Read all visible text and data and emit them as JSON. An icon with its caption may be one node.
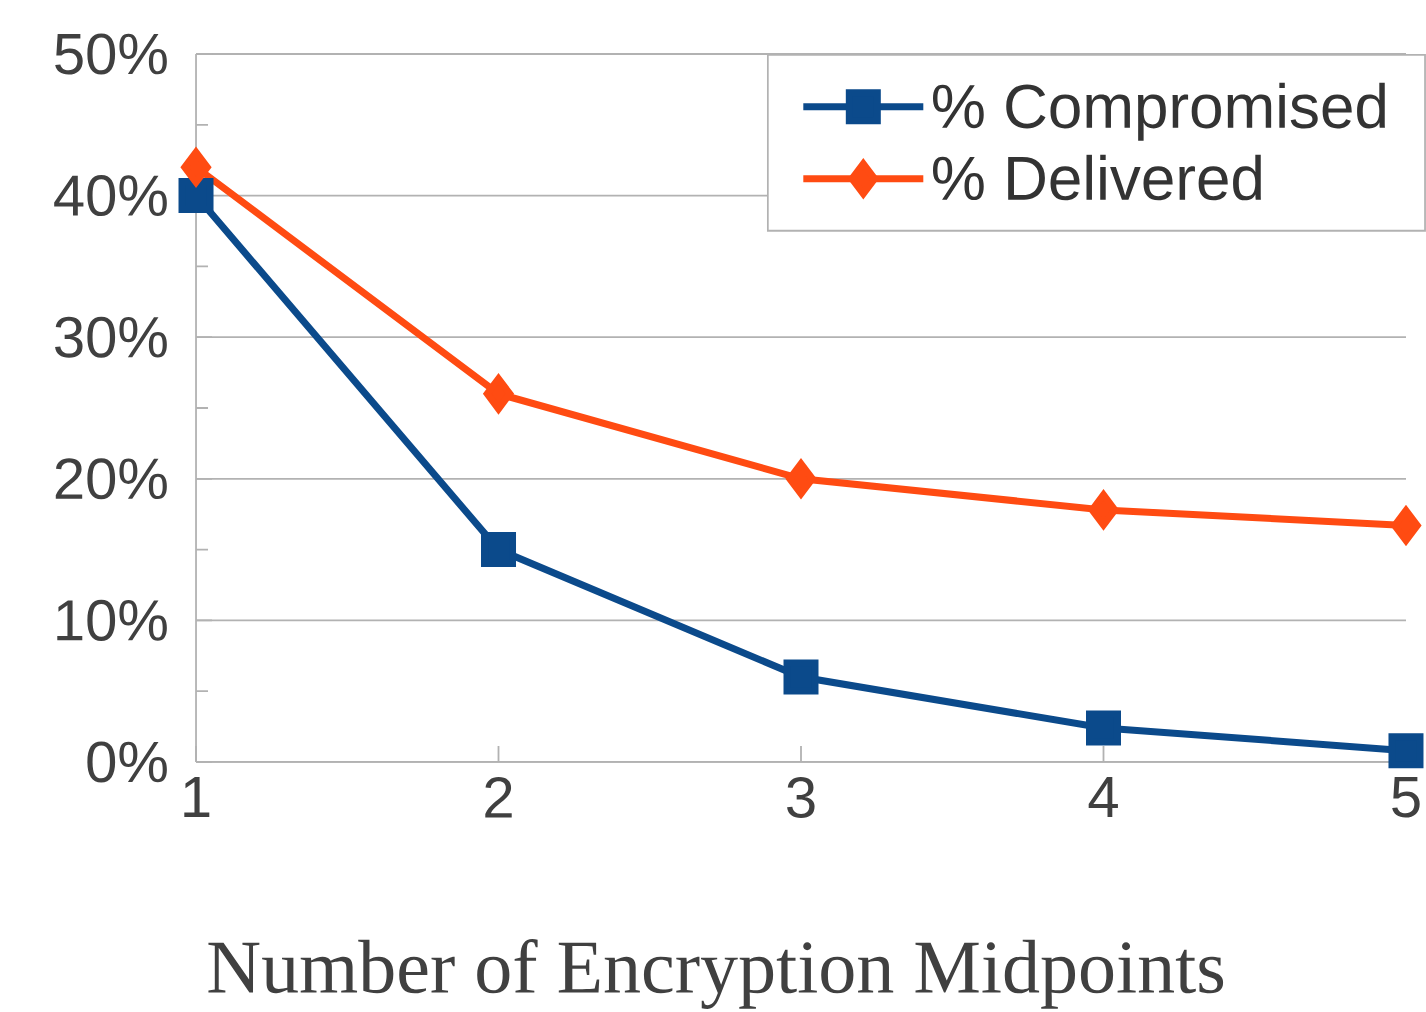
{
  "diagram": {
    "chart_data": {
      "type": "line",
      "xlabel": "Number of Encryption Midpoints",
      "x": [
        1,
        2,
        3,
        4,
        5
      ],
      "series": [
        {
          "name": "% Compromised",
          "color": "#0b4a8b",
          "marker": "square",
          "values": [
            40,
            15,
            6,
            2.4,
            0.8
          ]
        },
        {
          "name": "% Delivered",
          "color": "#ff4b12",
          "marker": "diamond",
          "values": [
            42,
            26,
            20,
            17.8,
            16.7
          ]
        }
      ],
      "xlim": [
        1,
        5
      ],
      "ylim": [
        0,
        50
      ],
      "xticks": [
        1,
        2,
        3,
        4,
        5
      ],
      "yticks": [
        {
          "value": 0,
          "label": "0%"
        },
        {
          "value": 10,
          "label": "10%"
        },
        {
          "value": 20,
          "label": "20%"
        },
        {
          "value": 30,
          "label": "30%"
        },
        {
          "value": 40,
          "label": "40%"
        },
        {
          "value": 50,
          "label": "50%"
        }
      ],
      "grid": "y",
      "legend": true
    }
  }
}
